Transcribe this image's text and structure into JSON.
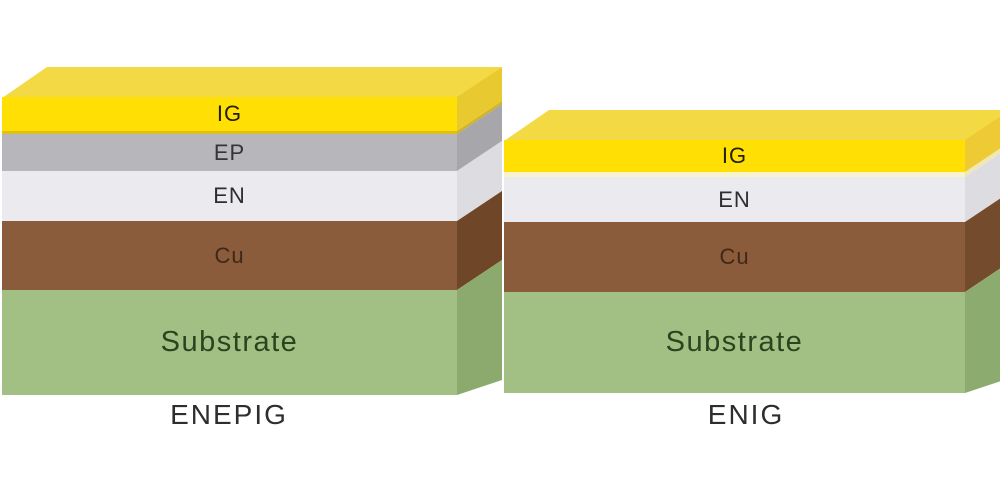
{
  "canvas": {
    "background": "#ffffff"
  },
  "caption_color": "#2e2e2e",
  "stacks": [
    {
      "caption": "ENEPIG",
      "top_color": "#f3da44",
      "layers": [
        {
          "label": "IG",
          "front": "#ffdf04",
          "side": "#e9c930",
          "text": "#222008"
        },
        {
          "label": "",
          "front": "#dfc014",
          "side": "#d0b422",
          "text": "#222008"
        },
        {
          "label": "EP",
          "front": "#b7b6ba",
          "side": "#a7a7ab",
          "text": "#353539"
        },
        {
          "label": "EN",
          "front": "#ebeaee",
          "side": "#dddce1",
          "text": "#2e2e32"
        },
        {
          "label": "Cu",
          "front": "#8a5c3b",
          "side": "#6f4628",
          "text": "#3f2817"
        },
        {
          "label": "Substrate",
          "front": "#a2c083",
          "side": "#8caa6d",
          "text": "#2b4420"
        }
      ]
    },
    {
      "caption": "ENIG",
      "top_color": "#f3da44",
      "layers": [
        {
          "label": "IG",
          "front": "#ffdf04",
          "side": "#eeca34",
          "text": "#222008"
        },
        {
          "label": "",
          "front": "#f8f3cd",
          "side": "#efe7b4",
          "text": "#222008"
        },
        {
          "label": "EN",
          "front": "#ebeaee",
          "side": "#dddce1",
          "text": "#2e2e32"
        },
        {
          "label": "Cu",
          "front": "#8a5c3b",
          "side": "#754b2d",
          "text": "#3f2817"
        },
        {
          "label": "Substrate",
          "front": "#a2c083",
          "side": "#8cab6e",
          "text": "#2b4420"
        }
      ]
    }
  ]
}
